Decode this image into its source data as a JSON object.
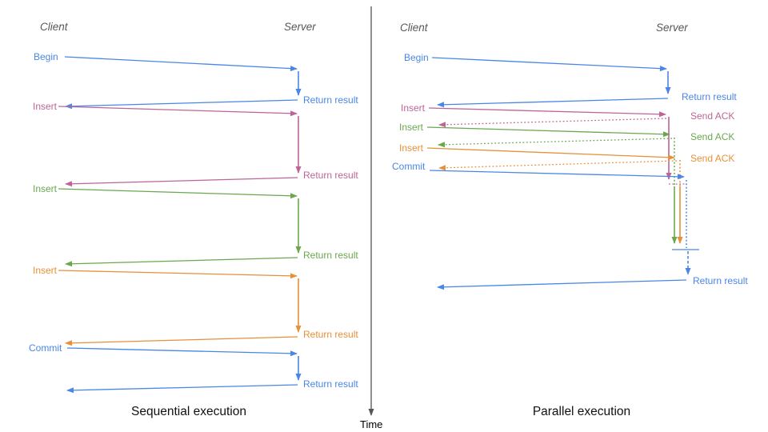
{
  "panels": {
    "sequential": {
      "client_header": "Client",
      "server_header": "Server",
      "caption": "Sequential execution",
      "ops": [
        {
          "request": "Begin",
          "response": "Return result"
        },
        {
          "request": "Insert",
          "response": "Return result"
        },
        {
          "request": "Insert",
          "response": "Return result"
        },
        {
          "request": "Insert",
          "response": "Return result"
        },
        {
          "request": "Commit",
          "response": "Return result"
        }
      ]
    },
    "parallel": {
      "client_header": "Client",
      "server_header": "Server",
      "caption": "Parallel execution",
      "ops": [
        {
          "request": "Begin",
          "response": "Return result"
        },
        {
          "request": "Insert",
          "response": "Send ACK"
        },
        {
          "request": "Insert",
          "response": "Send ACK"
        },
        {
          "request": "Insert",
          "response": "Send ACK"
        },
        {
          "request": "Commit",
          "response": "Return result"
        }
      ]
    }
  },
  "time_axis": {
    "label": "Time"
  },
  "colors": {
    "begin_commit_blue": "#4a86e8",
    "insert_pink": "#bd6596",
    "insert_green": "#6aa84f",
    "insert_orange": "#e69138",
    "axis_gray": "#555555",
    "header_gray": "#565656",
    "caption_black": "#111111"
  }
}
